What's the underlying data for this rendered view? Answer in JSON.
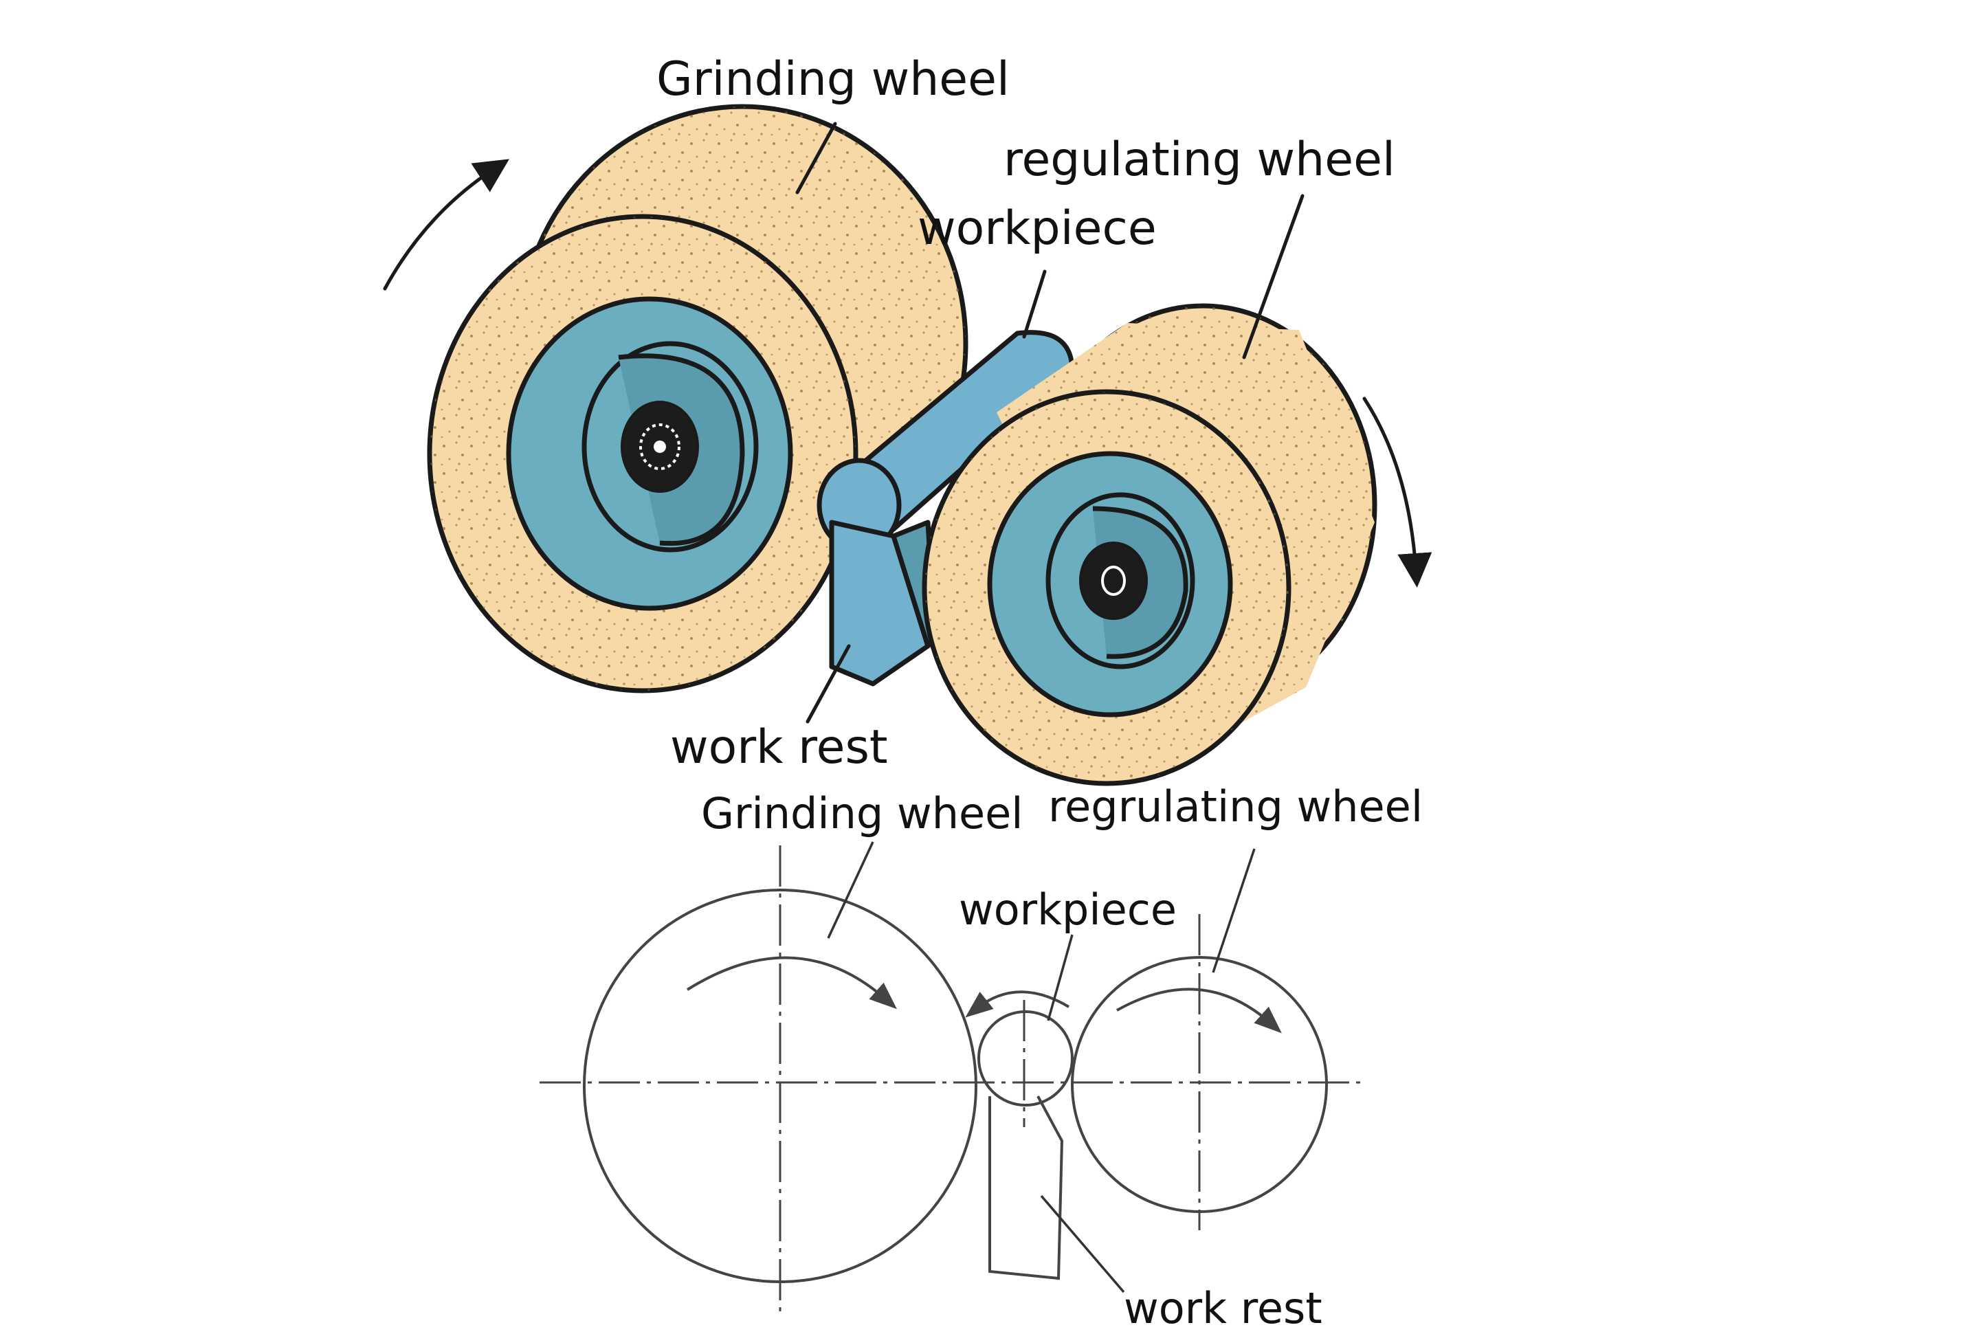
{
  "labels": {
    "top": {
      "grinding_wheel": "Grinding wheel",
      "regulating_wheel": "regulating wheel",
      "workpiece": "workpiece",
      "work_rest": "work rest"
    },
    "bottom": {
      "grinding_wheel": "Grinding wheel",
      "regulating_wheel": "regrulating wheel",
      "workpiece": "workpiece",
      "work_rest": "work rest"
    }
  },
  "colors": {
    "wheel_face": "#f7d9a8",
    "hub": "#6aaec0",
    "rest_blue": "#73b2cf",
    "outline": "#1a1a1a",
    "background": "#ffffff"
  }
}
